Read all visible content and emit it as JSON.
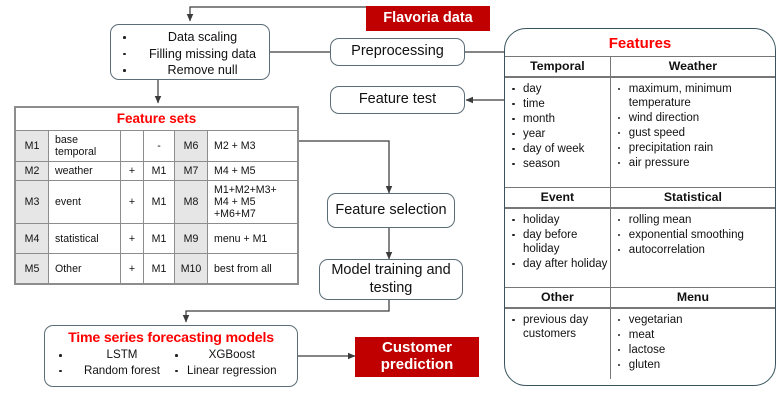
{
  "title": "Flavoria customer prediction pipeline",
  "colors": {
    "red": "#C00000",
    "red_text": "#FF0000",
    "box_border": "#5b6d77",
    "panel_border": "#38545e",
    "table_border": "#8d8d8d",
    "mcol_fill": "#e6e6e6"
  },
  "nodes": {
    "flavoria_data": "Flavoria data",
    "preprocessing": "Preprocessing",
    "feature_test": "Feature test",
    "feature_selection": "Feature selection",
    "model_training": "Model training and testing",
    "customer_prediction": "Customer prediction"
  },
  "preprocessing_steps": {
    "items": [
      "Data scaling",
      "Filling missing data",
      "Remove null"
    ]
  },
  "feature_sets": {
    "title": "Feature sets",
    "rows": [
      {
        "id": "M1",
        "name": "base temporal",
        "op": "",
        "base": "-",
        "id2": "M6",
        "expr": "M2 + M3"
      },
      {
        "id": "M2",
        "name": "weather",
        "op": "+",
        "base": "M1",
        "id2": "M7",
        "expr": "M4 + M5"
      },
      {
        "id": "M3",
        "name": "event",
        "op": "+",
        "base": "M1",
        "id2": "M8",
        "expr": "M1+M2+M3+ M4 + M5 +M6+M7"
      },
      {
        "id": "M4",
        "name": "statistical",
        "op": "+",
        "base": "M1",
        "id2": "M9",
        "expr": "menu + M1"
      },
      {
        "id": "M5",
        "name": "Other",
        "op": "+",
        "base": "M1",
        "id2": "M10",
        "expr": "best from all"
      }
    ]
  },
  "time_series": {
    "title": "Time series forecasting models",
    "column_a": [
      "LSTM",
      "Random forest"
    ],
    "column_b": [
      "XGBoost",
      "Linear regression"
    ]
  },
  "features": {
    "title": "Features",
    "groups": [
      {
        "left": {
          "header": "Temporal",
          "items": [
            "day",
            "time",
            "month",
            "year",
            "day of week",
            "season"
          ]
        },
        "right": {
          "header": "Weather",
          "items": [
            "maximum, minimum temperature",
            "wind direction",
            "gust speed",
            "precipitation rain",
            "air pressure"
          ]
        }
      },
      {
        "left": {
          "header": "Event",
          "items": [
            "holiday",
            "day before holiday",
            "day after holiday"
          ]
        },
        "right": {
          "header": "Statistical",
          "items": [
            "rolling mean",
            "exponential smoothing",
            "autocorrelation"
          ]
        }
      },
      {
        "left": {
          "header": "Other",
          "items": [
            "previous day customers"
          ]
        },
        "right": {
          "header": "Menu",
          "items": [
            "vegetarian",
            "meat",
            "lactose",
            "gluten"
          ]
        }
      }
    ]
  }
}
